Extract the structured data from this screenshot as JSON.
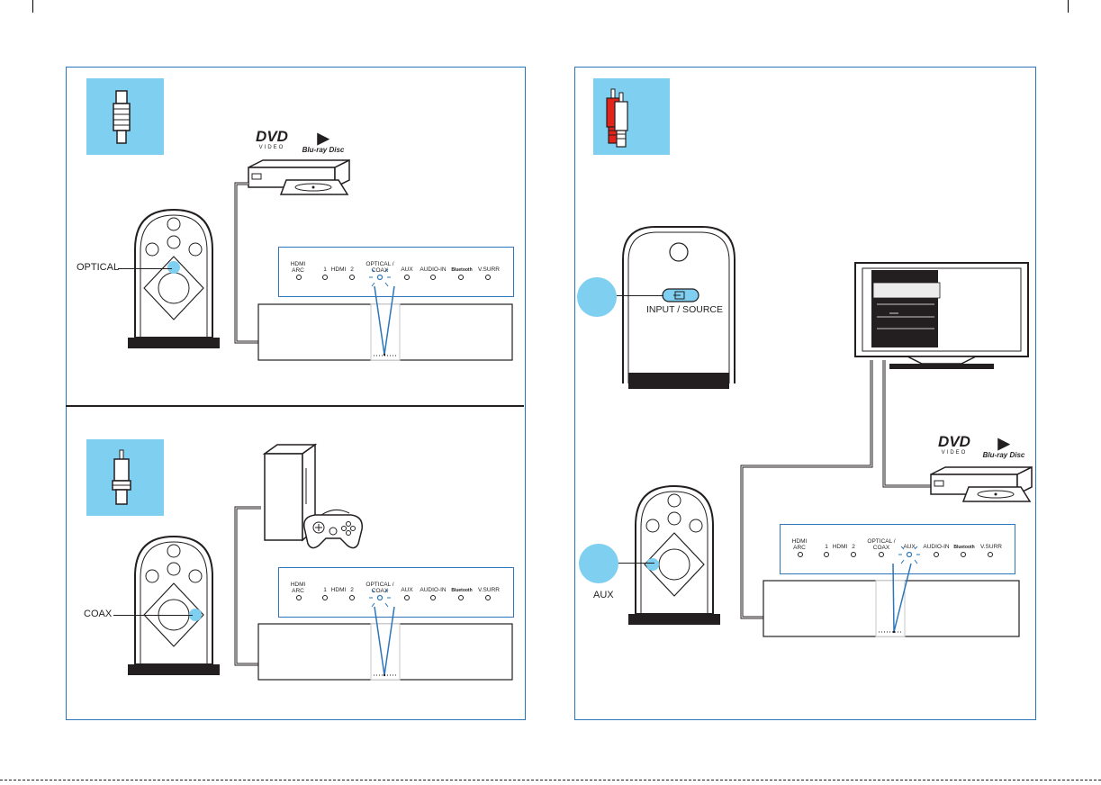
{
  "callouts": {
    "optical": "OPTICAL",
    "coax": "COAX",
    "aux": "AUX",
    "input_source": "INPUT / SOURCE"
  },
  "panel": {
    "hdmi_arc_1": "HDMI",
    "hdmi_arc_2": "ARC",
    "hdmi_1": "1",
    "hdmi": "HDMI",
    "hdmi_2": "2",
    "optical_1": "OPTICAL /",
    "optical_2": "COAX",
    "aux": "AUX",
    "audio_in": "AUDIO-IN",
    "bluetooth": "Bluetooth",
    "vsurr": "V.SURR"
  },
  "logos": {
    "dvd": "DVD",
    "dvd_sub": "VIDEO",
    "bluray": "Blu-ray Disc"
  },
  "colors": {
    "frame": "#2d76b9",
    "accent_blue": "#7ecff0",
    "led_active": "#2d76b9",
    "rca_red": "#e2231a"
  },
  "icons": [
    "optical-plug-icon",
    "coax-plug-icon",
    "rca-plugs-icon"
  ]
}
